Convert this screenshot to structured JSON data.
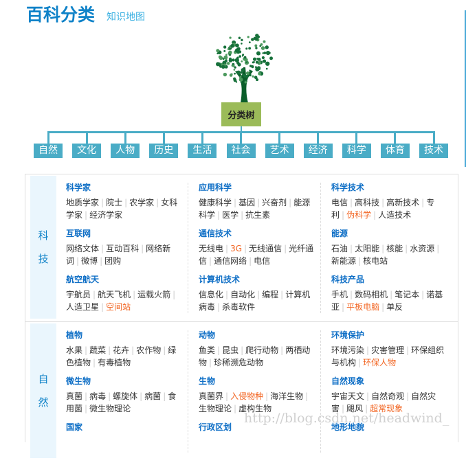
{
  "header": {
    "title": "百科分类",
    "subtitle": "知识地图"
  },
  "tree": {
    "label": "分类树",
    "color": "#9bbb59"
  },
  "categories": [
    "自然",
    "文化",
    "人物",
    "历史",
    "生活",
    "社会",
    "艺术",
    "经济",
    "科学",
    "体育",
    "技术"
  ],
  "sections": [
    {
      "label": [
        "科",
        "技"
      ],
      "columns": [
        [
          {
            "title": "科学家",
            "items": [
              {
                "t": "地质学家"
              },
              {
                "t": "院士"
              },
              {
                "t": "农学家"
              },
              {
                "t": "女科学家"
              },
              {
                "t": "经济学家"
              }
            ]
          },
          {
            "title": "互联网",
            "items": [
              {
                "t": "网络文体"
              },
              {
                "t": "互动百科"
              },
              {
                "t": "网络新词"
              },
              {
                "t": "微博"
              },
              {
                "t": "团购"
              }
            ]
          },
          {
            "title": "航空航天",
            "items": [
              {
                "t": "宇航员"
              },
              {
                "t": "航天飞机"
              },
              {
                "t": "运载火箭"
              },
              {
                "t": "人造卫星"
              },
              {
                "t": "空间站",
                "hl": true
              }
            ]
          }
        ],
        [
          {
            "title": "应用科学",
            "items": [
              {
                "t": "健康科学"
              },
              {
                "t": "基因"
              },
              {
                "t": "兴奋剂"
              },
              {
                "t": "能源科学"
              },
              {
                "t": "医学"
              },
              {
                "t": "抗生素"
              }
            ]
          },
          {
            "title": "通信技术",
            "items": [
              {
                "t": "无线电"
              },
              {
                "t": "3G",
                "hl": true
              },
              {
                "t": "无线通信"
              },
              {
                "t": "光纤通信"
              },
              {
                "t": "通信网络"
              },
              {
                "t": "电信"
              }
            ]
          },
          {
            "title": "计算机技术",
            "items": [
              {
                "t": "信息化"
              },
              {
                "t": "自动化"
              },
              {
                "t": "编程"
              },
              {
                "t": "计算机病毒"
              },
              {
                "t": "杀毒软件"
              }
            ]
          }
        ],
        [
          {
            "title": "科学技术",
            "items": [
              {
                "t": "电信"
              },
              {
                "t": "高科技"
              },
              {
                "t": "高新技术"
              },
              {
                "t": "专利"
              },
              {
                "t": "伪科学",
                "hl": true
              },
              {
                "t": "人造技术"
              }
            ]
          },
          {
            "title": "能源",
            "items": [
              {
                "t": "石油"
              },
              {
                "t": "太阳能"
              },
              {
                "t": "核能"
              },
              {
                "t": "水资源"
              },
              {
                "t": "新能源"
              },
              {
                "t": "核电站"
              }
            ]
          },
          {
            "title": "科技产品",
            "items": [
              {
                "t": "手机"
              },
              {
                "t": "数码相机"
              },
              {
                "t": "笔记本"
              },
              {
                "t": "诺基亚"
              },
              {
                "t": "平板电脑",
                "hl": true
              },
              {
                "t": "单反"
              }
            ]
          }
        ]
      ]
    },
    {
      "label": [
        "自",
        "然"
      ],
      "columns": [
        [
          {
            "title": "植物",
            "items": [
              {
                "t": "水果"
              },
              {
                "t": "蔬菜"
              },
              {
                "t": "花卉"
              },
              {
                "t": "农作物"
              },
              {
                "t": "绿色植物"
              },
              {
                "t": "有毒植物"
              }
            ]
          },
          {
            "title": "微生物",
            "items": [
              {
                "t": "真菌"
              },
              {
                "t": "病毒"
              },
              {
                "t": "螺旋体"
              },
              {
                "t": "病菌"
              },
              {
                "t": "食用菌"
              },
              {
                "t": "微生物理论"
              }
            ]
          },
          {
            "title": "国家",
            "items": []
          }
        ],
        [
          {
            "title": "动物",
            "items": [
              {
                "t": "鱼类"
              },
              {
                "t": "昆虫"
              },
              {
                "t": "爬行动物"
              },
              {
                "t": "两栖动物"
              },
              {
                "t": "珍稀濒危动物"
              }
            ]
          },
          {
            "title": "生物",
            "items": [
              {
                "t": "真菌界"
              },
              {
                "t": "入侵物种",
                "hl": true
              },
              {
                "t": "海洋生物"
              },
              {
                "t": "生物理论"
              },
              {
                "t": "虚构生物"
              }
            ]
          },
          {
            "title": "行政区划",
            "items": []
          }
        ],
        [
          {
            "title": "环境保护",
            "items": [
              {
                "t": "环境污染"
              },
              {
                "t": "灾害管理"
              },
              {
                "t": "环保组织与机构"
              },
              {
                "t": "环保人物",
                "hl": true
              }
            ]
          },
          {
            "title": "自然现象",
            "items": [
              {
                "t": "宇宙天文"
              },
              {
                "t": "自然奇观"
              },
              {
                "t": "自然灾害"
              },
              {
                "t": "飓风"
              },
              {
                "t": "超常现象",
                "hl": true
              }
            ]
          },
          {
            "title": "地形地貌",
            "items": []
          }
        ]
      ]
    }
  ],
  "watermark": "http://blog.csdn.net/headwind_",
  "colors": {
    "title": "#0f82c8",
    "category": "#4aacc6",
    "highlight": "#f26522",
    "heading": "#0f6fc6"
  }
}
